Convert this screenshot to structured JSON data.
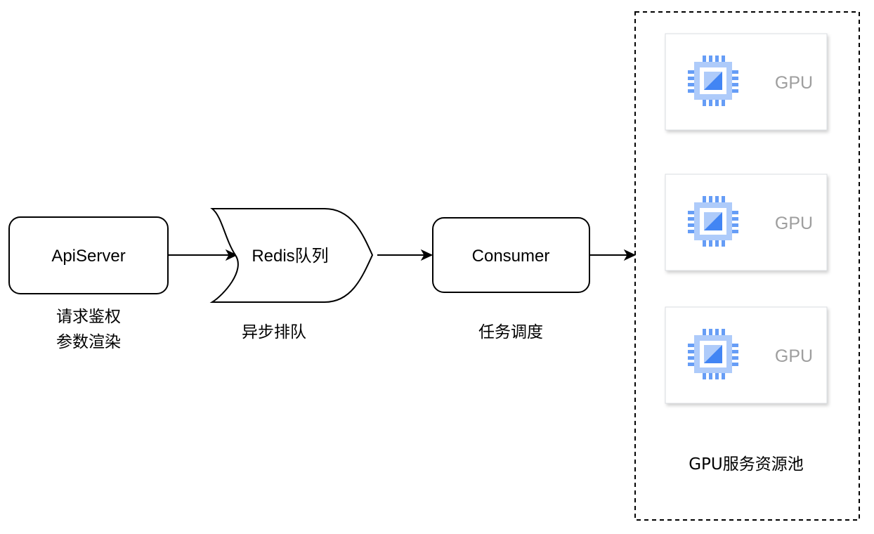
{
  "nodes": {
    "apiserver": {
      "label": "ApiServer",
      "caption_line1": "请求鉴权",
      "caption_line2": "参数渲染"
    },
    "redis": {
      "label": "Redis队列",
      "caption": "异步排队"
    },
    "consumer": {
      "label": "Consumer",
      "caption": "任务调度"
    }
  },
  "gpu_pool": {
    "title": "GPU服务资源池",
    "cards": [
      {
        "label": "GPU",
        "icon": "gpu-chip-icon"
      },
      {
        "label": "GPU",
        "icon": "gpu-chip-icon"
      },
      {
        "label": "GPU",
        "icon": "gpu-chip-icon"
      }
    ]
  },
  "colors": {
    "stroke": "#000000",
    "chip_light": "#aecbfa",
    "chip_mid": "#669df6",
    "chip_dark": "#4285f4",
    "gpu_text": "#9e9e9e",
    "card_border": "#dadce0"
  }
}
